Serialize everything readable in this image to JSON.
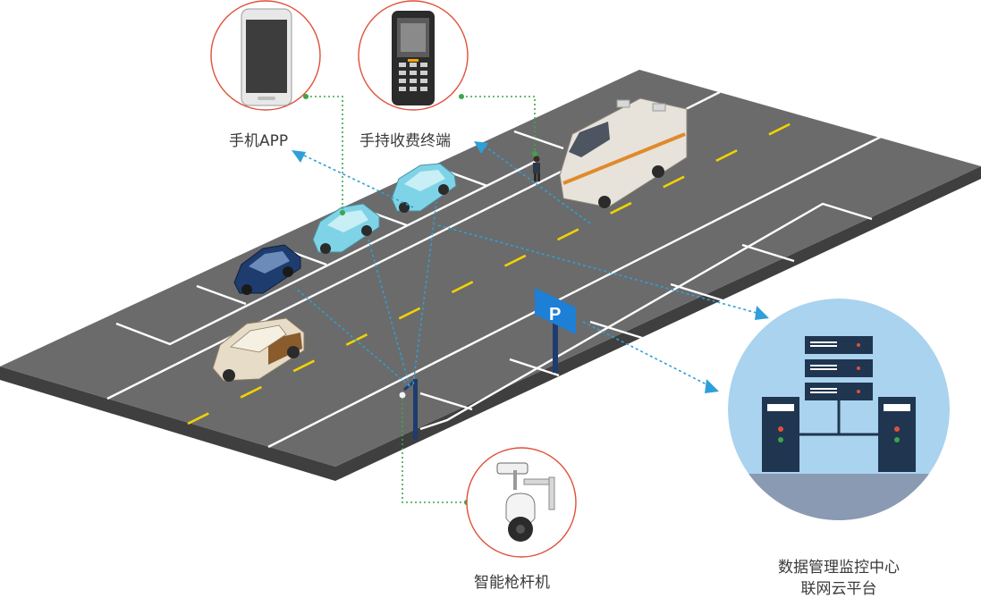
{
  "labels": {
    "mobile_app": "手机APP",
    "handheld_terminal": "手持收费终端",
    "smart_camera": "智能枪杆机",
    "platform_line1": "数据管理监控中心",
    "platform_line2": "联网云平台"
  },
  "parking_sign_letter": "P",
  "colors": {
    "road": "#6b6b6b",
    "road_side": "#3f3f3f",
    "lane_white": "#ffffff",
    "lane_yellow": "#f2d200",
    "device_circle": "#e0503a",
    "dotted_green": "#3aa64a",
    "dotted_blue": "#2f9fd8",
    "cloud_bg": "#a9d3ef",
    "cloud_ground": "#8a9ab2",
    "server": "#1f3550",
    "sign_blue": "#1e7fd6",
    "car_light_blue": "#7fd3e6",
    "car_dark_blue": "#1e3c6e",
    "car_beige": "#e6dcc8"
  },
  "icons": [
    "smartphone-icon",
    "handheld-terminal-icon",
    "ptz-camera-icon",
    "server-icon",
    "parking-sign-icon"
  ]
}
